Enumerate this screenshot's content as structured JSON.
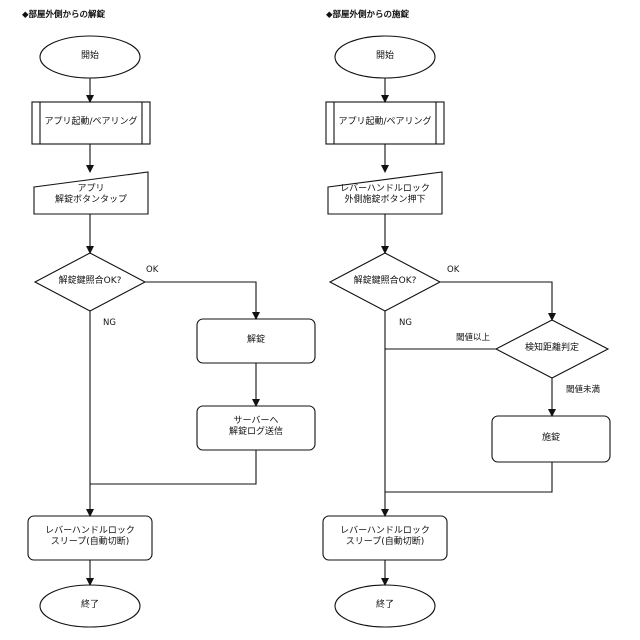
{
  "left": {
    "heading": "◆部屋外側からの解錠",
    "start": "開始",
    "pairing": "アプリ起動/ペアリング",
    "input": "アプリ\n解錠ボタンタップ",
    "decision": "解錠鍵照合OK?",
    "ok": "OK",
    "ng": "NG",
    "unlock": "解錠",
    "send_log": "サーバーへ\n解錠ログ送信",
    "sleep": "レバーハンドルロック\nスリープ(自動切断)",
    "end": "終了"
  },
  "right": {
    "heading": "◆部屋外側からの施錠",
    "start": "開始",
    "pairing": "アプリ起動/ペアリング",
    "input": "レバーハンドルロック\n外側施錠ボタン押下",
    "decision": "解錠鍵照合OK?",
    "ok": "OK",
    "ng": "NG",
    "distance": "検知距離判定",
    "above": "閾値以上",
    "below": "閾値未満",
    "lock": "施錠",
    "sleep": "レバーハンドルロック\nスリープ(自動切断)",
    "end": "終了"
  }
}
